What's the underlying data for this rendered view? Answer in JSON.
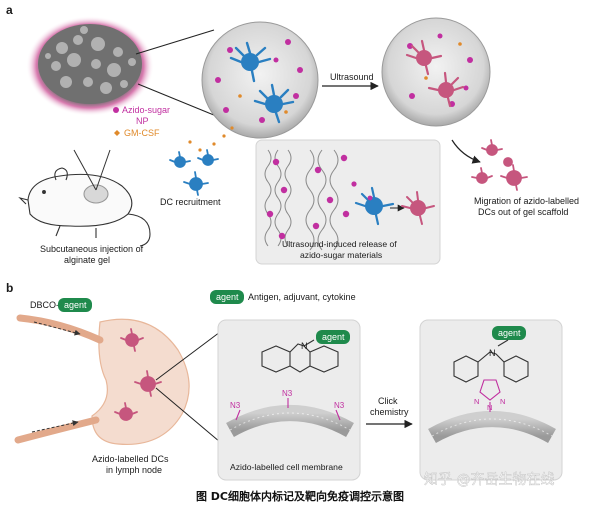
{
  "panel_a": {
    "letter": "a",
    "azido_sugar": "Azido-sugar",
    "np": "NP",
    "gm_csf": "GM-CSF",
    "ultrasound": "Ultrasound",
    "dc_recruitment": "DC recruitment",
    "injection_line1": "Subcutaneous injection of",
    "injection_line2": "alginate gel",
    "release_line1": "Ultrasound-induced release of",
    "release_line2": "azido-sugar materials",
    "migration_line1": "Migration of azido-labelled",
    "migration_line2": "DCs out of gel scaffold"
  },
  "panel_b": {
    "letter": "b",
    "dbco": "DBCO-",
    "agent": "agent",
    "legend_text": "Antigen, adjuvant, cytokine",
    "lymph_line1": "Azido-labelled DCs",
    "lymph_line2": "in lymph node",
    "membrane_label": "Azido-labelled cell membrane",
    "n3": "N3",
    "n_atom": "N",
    "click_line1": "Click",
    "click_line2": "chemistry"
  },
  "caption": "图  DC细胞体内标记及靶向免疫调控示意图",
  "watermark": "知乎 @齐岳生物在线",
  "colors": {
    "agent_green": "#1f8a4c",
    "dc_blue": "#2a7fc1",
    "dc_pink": "#c6567e",
    "np_magenta": "#c12fa0",
    "gmcsf_orange": "#e08a2b",
    "node_fill": "#f4dccf"
  }
}
